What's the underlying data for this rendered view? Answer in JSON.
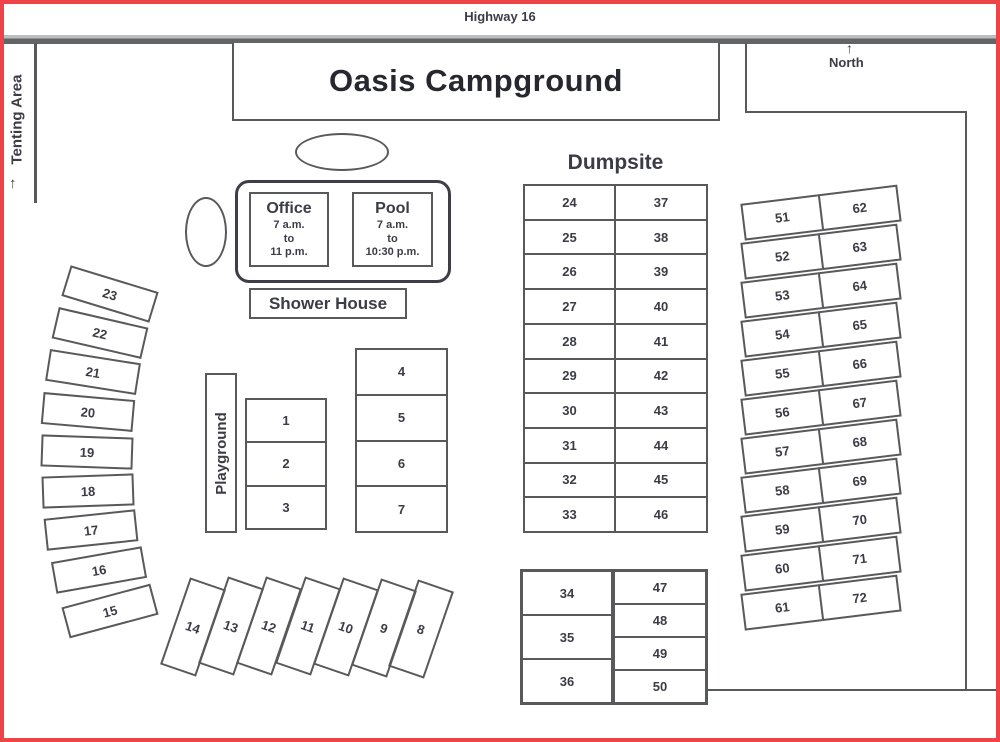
{
  "map": {
    "highway_label": "Highway 16",
    "title": "Oasis Campground",
    "north": {
      "arrow": "↑",
      "label": "North"
    },
    "tenting_area": {
      "arrow": "↑",
      "label": "Tenting Area"
    },
    "dumpsite_label": "Dumpsite",
    "shower_house_label": "Shower House",
    "playground_label": "Playground",
    "office": {
      "name": "Office",
      "hours": [
        "7 a.m.",
        "to",
        "11 p.m."
      ]
    },
    "pool": {
      "name": "Pool",
      "hours": [
        "7 a.m.",
        "to",
        "10:30 p.m."
      ]
    }
  },
  "sites": {
    "inner_left": [
      "1",
      "2",
      "3"
    ],
    "inner_right": [
      "4",
      "5",
      "6",
      "7"
    ],
    "diagonal_row": [
      "14",
      "13",
      "12",
      "11",
      "10",
      "9",
      "8"
    ],
    "west_arc": [
      "23",
      "22",
      "21",
      "20",
      "19",
      "18",
      "17",
      "16",
      "15"
    ],
    "dumpsite_left": [
      "24",
      "25",
      "26",
      "27",
      "28",
      "29",
      "30",
      "31",
      "32",
      "33"
    ],
    "dumpsite_right": [
      "37",
      "38",
      "39",
      "40",
      "41",
      "42",
      "43",
      "44",
      "45",
      "46"
    ],
    "south_left": [
      "34",
      "35",
      "36"
    ],
    "south_right": [
      "47",
      "48",
      "49",
      "50"
    ],
    "east_left": [
      "51",
      "52",
      "53",
      "54",
      "55",
      "56",
      "57",
      "58",
      "59",
      "60",
      "61"
    ],
    "east_right": [
      "62",
      "63",
      "64",
      "65",
      "66",
      "67",
      "68",
      "69",
      "70",
      "71",
      "72"
    ]
  },
  "colors": {
    "frame": "#ee4448",
    "line": "#58595b",
    "text": "#3b3c46",
    "road_light": "#bcbec0",
    "road_dark": "#636466"
  }
}
